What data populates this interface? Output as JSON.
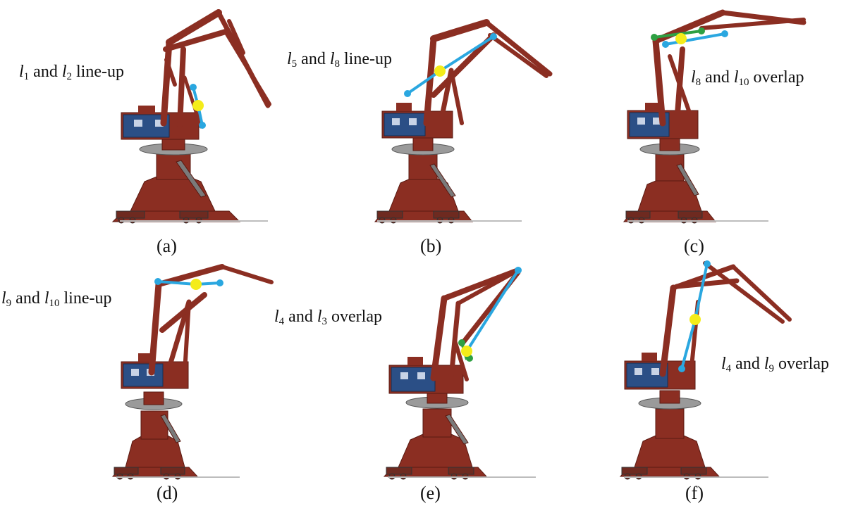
{
  "colors": {
    "crane_body": "#8b2e22",
    "cab": "#2b4f86",
    "link_line": "#2aa7e0",
    "joint_point": "#2aa7e0",
    "center_point": "#f4ec1a",
    "overlap_point": "#2ea043"
  },
  "panels": [
    {
      "caption": "(a)",
      "annotation": {
        "la": "l",
        "sa": "1",
        "mid": " and ",
        "lb": "l",
        "sb": "2",
        "tail": " line-up"
      }
    },
    {
      "caption": "(b)",
      "annotation": {
        "la": "l",
        "sa": "5",
        "mid": " and ",
        "lb": "l",
        "sb": "8",
        "tail": " line-up"
      }
    },
    {
      "caption": "(c)",
      "annotation": {
        "la": "l",
        "sa": "8",
        "mid": " and ",
        "lb": "l",
        "sb": "10",
        "tail": " overlap"
      }
    },
    {
      "caption": "(d)",
      "annotation": {
        "la": "l",
        "sa": "9",
        "mid": " and ",
        "lb": "l",
        "sb": "10",
        "tail": " line-up"
      }
    },
    {
      "caption": "(e)",
      "annotation": {
        "la": "l",
        "sa": "4",
        "mid": " and ",
        "lb": "l",
        "sb": "3",
        "tail": " overlap"
      }
    },
    {
      "caption": "(f)",
      "annotation": {
        "la": "l",
        "sa": "4",
        "mid": " and ",
        "lb": "l",
        "sb": "9",
        "tail": " overlap"
      }
    }
  ]
}
